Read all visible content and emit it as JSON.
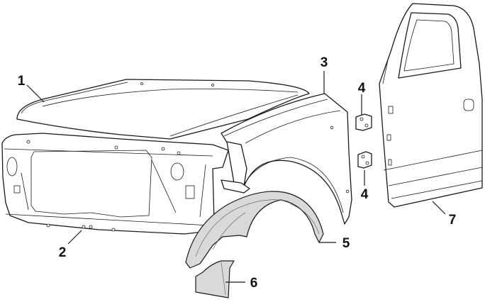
{
  "callouts": [
    {
      "id": "hood",
      "label": "1"
    },
    {
      "id": "radiator-support",
      "label": "2"
    },
    {
      "id": "fender",
      "label": "3"
    },
    {
      "id": "hinge-upper",
      "label": "4"
    },
    {
      "id": "hinge-lower",
      "label": "4"
    },
    {
      "id": "inner-fender-liner",
      "label": "5"
    },
    {
      "id": "splash-shield",
      "label": "6"
    },
    {
      "id": "door",
      "label": "7"
    }
  ],
  "colors": {
    "line": "#1a1a1a",
    "fill": "#ffffff",
    "shade": "#d9d9d9"
  }
}
